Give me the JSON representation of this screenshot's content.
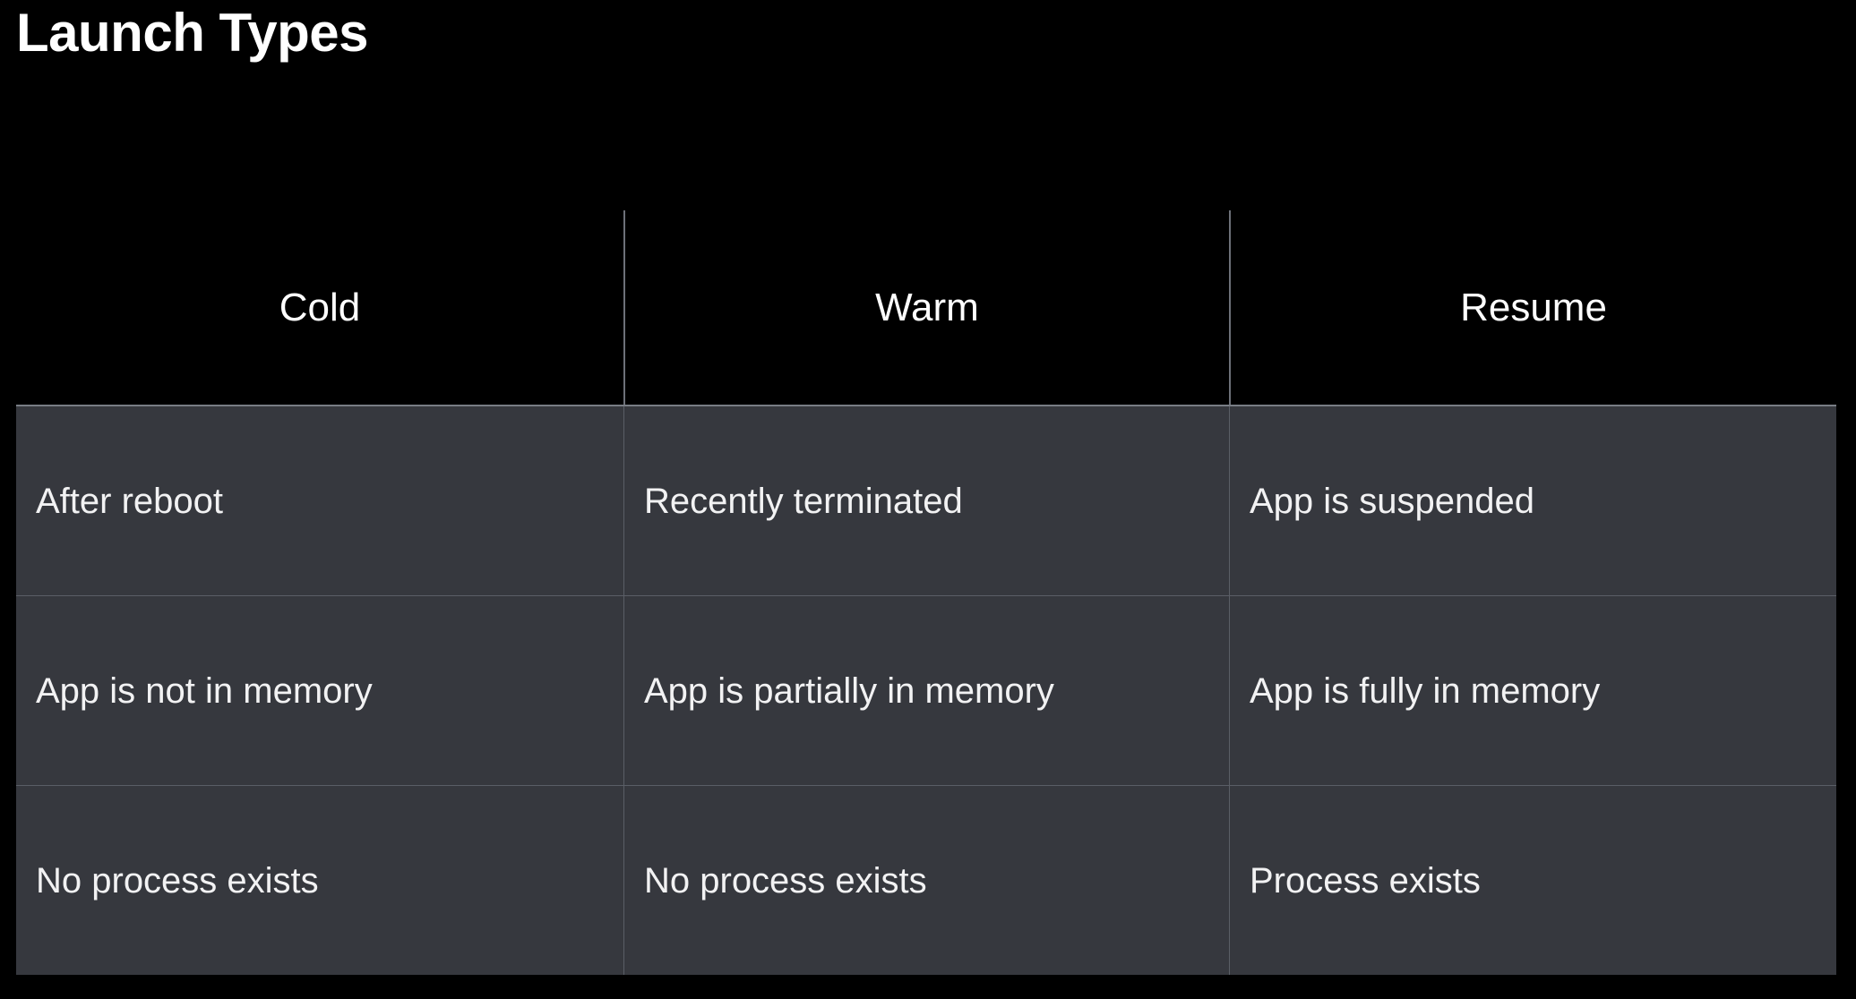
{
  "slide": {
    "title": "Launch Types",
    "background_color": "#000000",
    "row_background_color": "#36383e",
    "text_color": "#ffffff",
    "grid_line_color": "#5a5e66"
  },
  "table": {
    "columns": [
      {
        "header": "Cold"
      },
      {
        "header": "Warm"
      },
      {
        "header": "Resume"
      }
    ],
    "rows": [
      {
        "cells": [
          "After reboot",
          "Recently terminated",
          "App is suspended"
        ]
      },
      {
        "cells": [
          "App is not in memory",
          "App is partially in memory",
          "App is fully in memory"
        ]
      },
      {
        "cells": [
          "No process exists",
          "No process exists",
          "Process exists"
        ]
      }
    ]
  }
}
